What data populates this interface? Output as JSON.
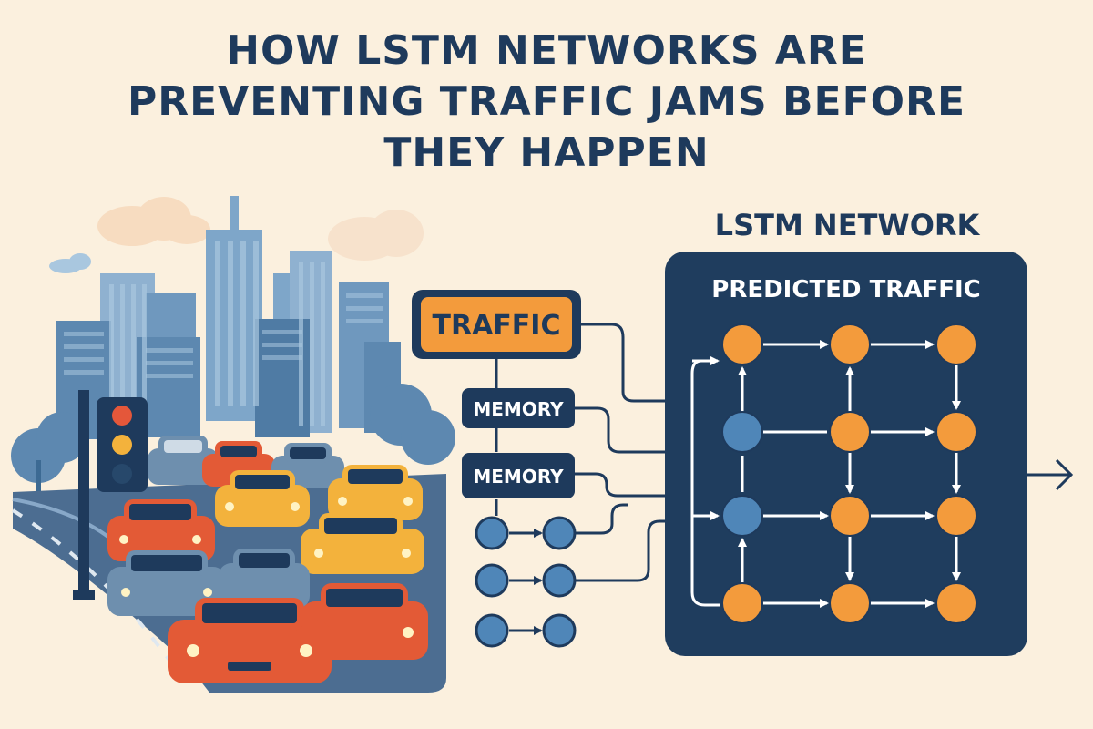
{
  "title": {
    "line1": "HOW LSTM NETWORKS ARE",
    "line2": "PREVENTING TRAFFIC JAMS BEFORE",
    "line3": "THEY HAPPEN"
  },
  "network": {
    "heading": "LSTM NETWORK",
    "panel_label": "PREDICTED TRAFFIC"
  },
  "inputs": {
    "traffic_label": "TRAFFIC",
    "memory1_label": "MEMORY",
    "memory2_label": "MEMORY"
  },
  "colors": {
    "background": "#fbf0de",
    "navy": "#1e3a5c",
    "orange": "#f39b3c",
    "blue_node": "#4f86b8",
    "panel": "#1f3d5e"
  }
}
